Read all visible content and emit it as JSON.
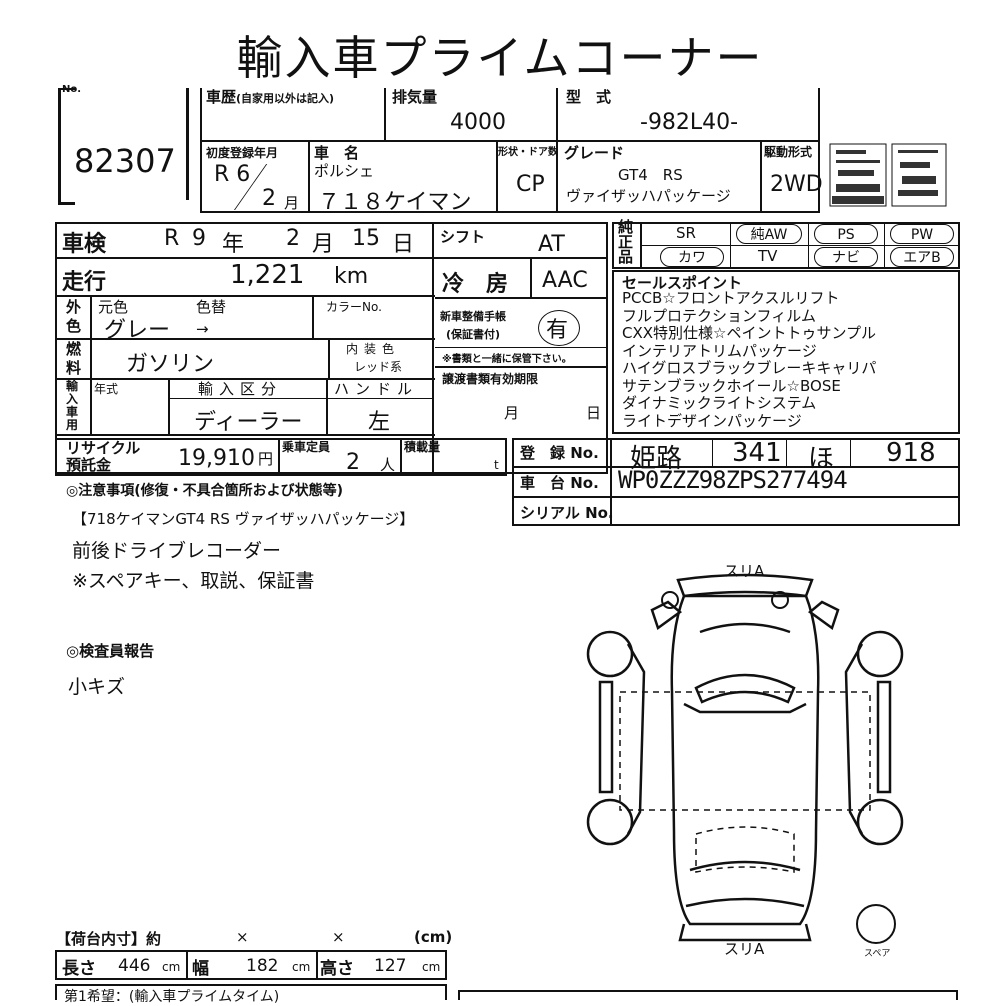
{
  "title": "輸入車プライムコーナー",
  "no_label": "No.",
  "lot_number": "82307",
  "history": {
    "label": "車歴",
    "sub": "(自家用以外は記入)"
  },
  "displacement": {
    "label": "排気量",
    "value": "4000"
  },
  "model_type": {
    "label": "型　式",
    "value": "-982L40-"
  },
  "first_reg": {
    "label": "初度登録年月",
    "era": "R 6",
    "month": "2",
    "month_unit": "月"
  },
  "car_name": {
    "label": "車　名",
    "maker": "ポルシェ",
    "model": "７１８ケイマン"
  },
  "body_doors": {
    "label": "形状・ドア数",
    "value": "CP"
  },
  "grade": {
    "label": "グレード",
    "line1": "GT4　RS",
    "line2": "ヴァイザッハパッケージ"
  },
  "drive": {
    "label": "駆動形式",
    "value": "2WD"
  },
  "shaken": {
    "label": "車検",
    "era": "R",
    "year": "9",
    "year_unit": "年",
    "month": "2",
    "month_unit": "月",
    "day": "15",
    "day_unit": "日"
  },
  "shift": {
    "label": "シフト",
    "value": "AT"
  },
  "mileage": {
    "label": "走行",
    "value": "1,221",
    "unit": "km"
  },
  "aircon": {
    "label": "冷　房",
    "value": "AAC"
  },
  "exterior": {
    "label": "外色",
    "orig_label": "元色",
    "change_label": "色替",
    "orig_value": "グレー",
    "change_value": "→",
    "color_no_label": "カラーNo."
  },
  "warranty": {
    "label1": "新車整備手帳",
    "label2": "(保証書付)",
    "value": "有",
    "note": "※書類と一緒に保管下さい。"
  },
  "fuel": {
    "label": "燃料",
    "value": "ガソリン",
    "interior_label": "内装色",
    "interior_value": "レッド系"
  },
  "import": {
    "label": "輸入車用",
    "year_label": "年式",
    "class_label": "輸入区分",
    "class_value": "ディーラー",
    "handle_label": "ハンドル",
    "handle_value": "左"
  },
  "transfer": {
    "label": "譲渡書類有効期限",
    "month_unit": "月",
    "day_unit": "日"
  },
  "equipment": {
    "label": "純正品",
    "items": [
      "SR",
      "純AW",
      "PS",
      "PW",
      "カワ",
      "TV",
      "ナビ",
      "エアB"
    ]
  },
  "sales_points": {
    "label": "セールスポイント",
    "lines": [
      "PCCB☆フロントアクスルリフト",
      "フルプロテクションフィルム",
      "CXX特別仕様☆ペイントトゥサンプル",
      "インテリアトリムパッケージ",
      "ハイグロスブラックブレーキキャリパ",
      "サテンブラックホイール☆BOSE",
      "ダイナミックライトシステム",
      "ライトデザインパッケージ"
    ]
  },
  "recycle": {
    "label1": "リサイクル",
    "label2": "預託金",
    "value": "19,910",
    "unit": "円"
  },
  "capacity": {
    "label": "乗車定員",
    "value": "2",
    "unit": "人"
  },
  "load": {
    "label": "積載量",
    "unit": "t"
  },
  "registration": {
    "label": "登　録 No.",
    "area": "姫路",
    "class": "341",
    "kana": "ほ",
    "number": "918"
  },
  "chassis": {
    "label": "車　台 No.",
    "value": "WP0ZZZ98ZPS277494"
  },
  "serial": {
    "label": "シリアル No."
  },
  "notes": {
    "label": "◎注意事項(修復・不具合箇所および状態等)",
    "lines": [
      "【718ケイマンGT4 RS ヴァイザッハパッケージ】",
      "前後ドライブレコーダー",
      "※スペアキー、取説、保証書"
    ]
  },
  "inspector": {
    "label": "◎検査員報告",
    "value": "小キズ"
  },
  "diagram": {
    "top_label": "スリA",
    "bottom_label": "スリA",
    "spare_label": "スペア"
  },
  "cargo": {
    "label": "【荷台内寸】約",
    "x1": "×",
    "x2": "×",
    "unit": "(cm)"
  },
  "dims": {
    "length_label": "長さ",
    "length": "446",
    "width_label": "幅",
    "width": "182",
    "height_label": "高さ",
    "height": "127",
    "unit": "cm"
  },
  "bottom": {
    "text": "第1希望：(輸入車プライムタイム)"
  },
  "colors": {
    "ink": "#111111",
    "background": "#ffffff"
  }
}
